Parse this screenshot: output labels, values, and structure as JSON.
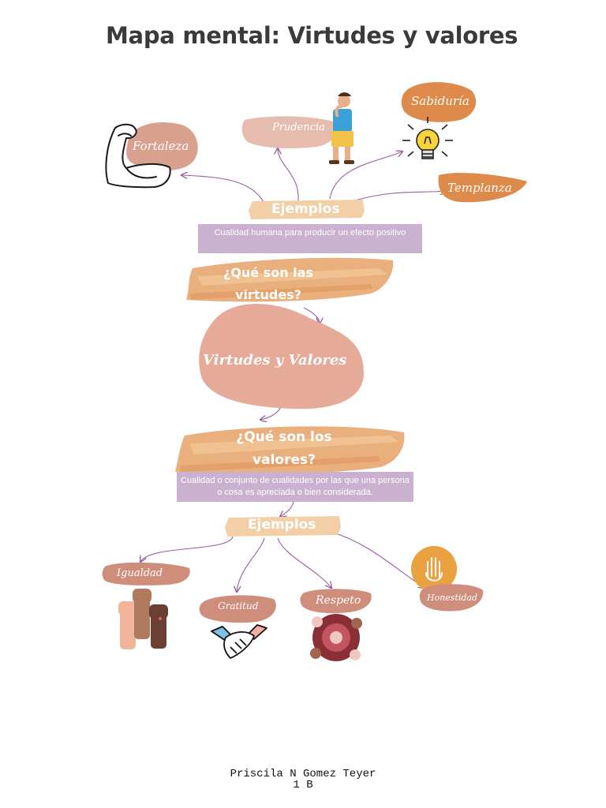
{
  "title": "Mapa mental: Virtudes y valores",
  "center": {
    "label": "Virtudes y Valores"
  },
  "virtudes": {
    "question": "¿Qué son las virtudes?",
    "question_line1": "¿Qué son las",
    "question_line2": "virtudes?",
    "definition": "Cualidad humana para producir un efecto positivo",
    "examples_label": "Ejemplos",
    "examples": [
      "Fortaleza",
      "Prudencia",
      "Sabiduría",
      "Templanza"
    ]
  },
  "valores": {
    "question": "¿Qué son los valores?",
    "question_line1": "¿Qué son los",
    "question_line2": "valores?",
    "definition": "Cualidad o conjunto de cualidades por las que una persona o cosa es apreciada o bien considerada.",
    "examples_label": "Ejemplos",
    "examples": [
      "Igualdad",
      "Gratitud",
      "Respeto",
      "Honestidad"
    ]
  },
  "footer": {
    "name": "Priscila N Gomez Teyer",
    "group": "1 B"
  },
  "colors": {
    "peach": "#e0a890",
    "orange": "#dd8a4a",
    "brush": "#e9b07e",
    "lavender": "#c9b1cf",
    "arrow": "#9a5aa0",
    "center": "#e5aa98"
  },
  "icons": [
    "flexed-arm-icon",
    "thinking-boy-icon",
    "light-bulb-icon",
    "raised-fists-icon",
    "handshake-icon",
    "circle-of-hands-icon",
    "raised-hand-icon"
  ]
}
